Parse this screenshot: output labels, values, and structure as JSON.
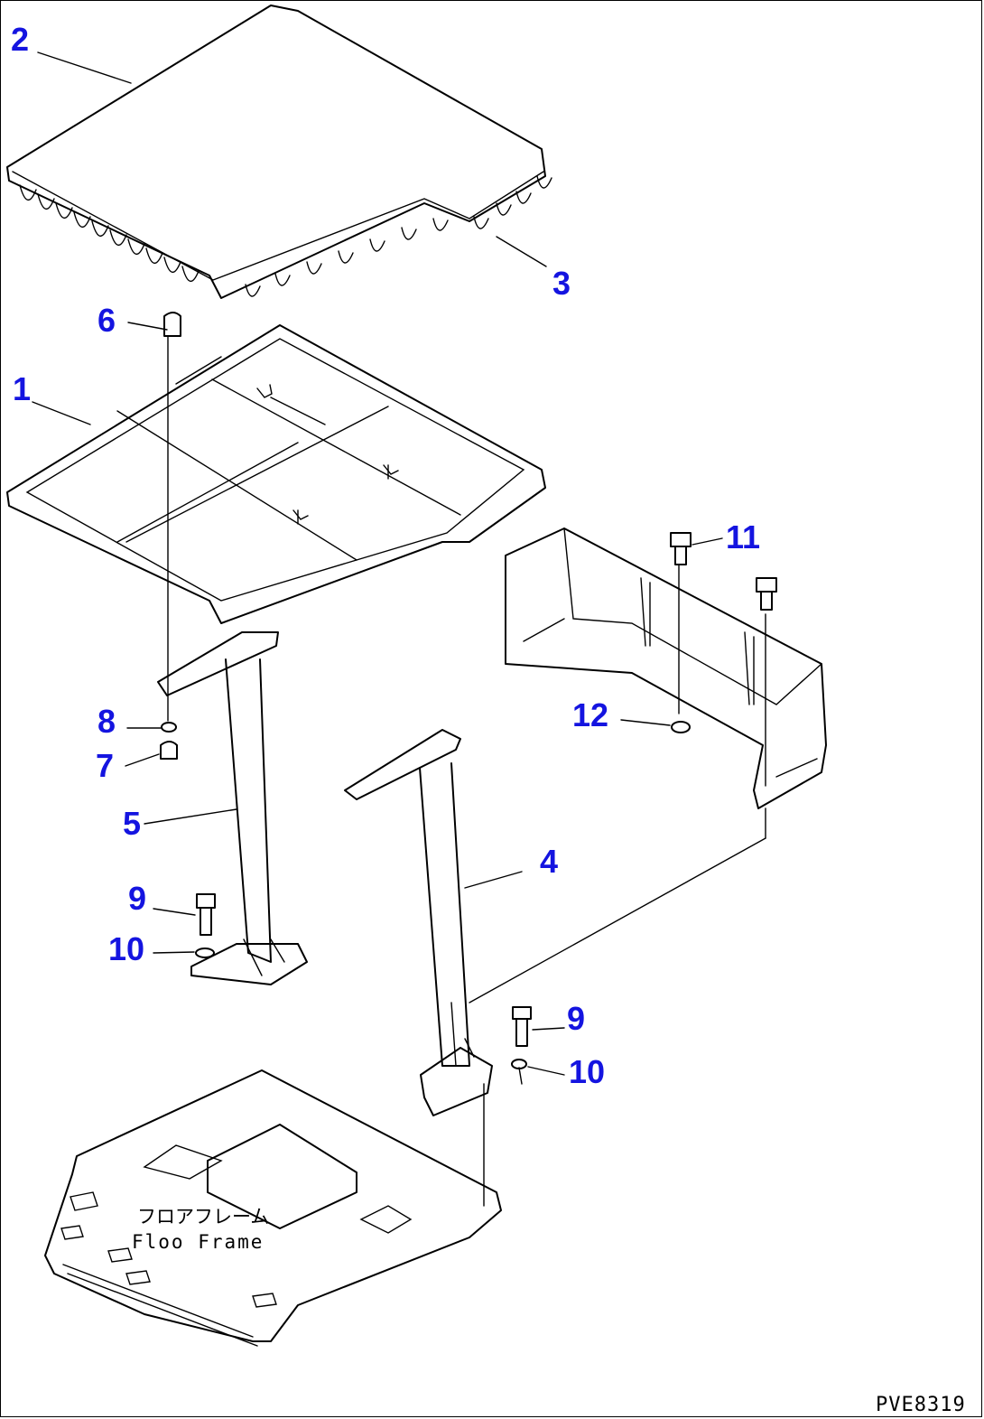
{
  "callouts": {
    "c1": "1",
    "c2": "2",
    "c3": "3",
    "c4": "4",
    "c5": "5",
    "c6": "6",
    "c7": "7",
    "c8": "8",
    "c9a": "9",
    "c9b": "9",
    "c10a": "10",
    "c10b": "10",
    "c11": "11",
    "c12": "12"
  },
  "floor_frame": {
    "label_jp": "フロアフレーム",
    "label_en": "Floo Frame"
  },
  "drawing_code": "PVE8319",
  "colors": {
    "callout": "#1414e0",
    "line": "#000000",
    "background": "#ffffff"
  }
}
